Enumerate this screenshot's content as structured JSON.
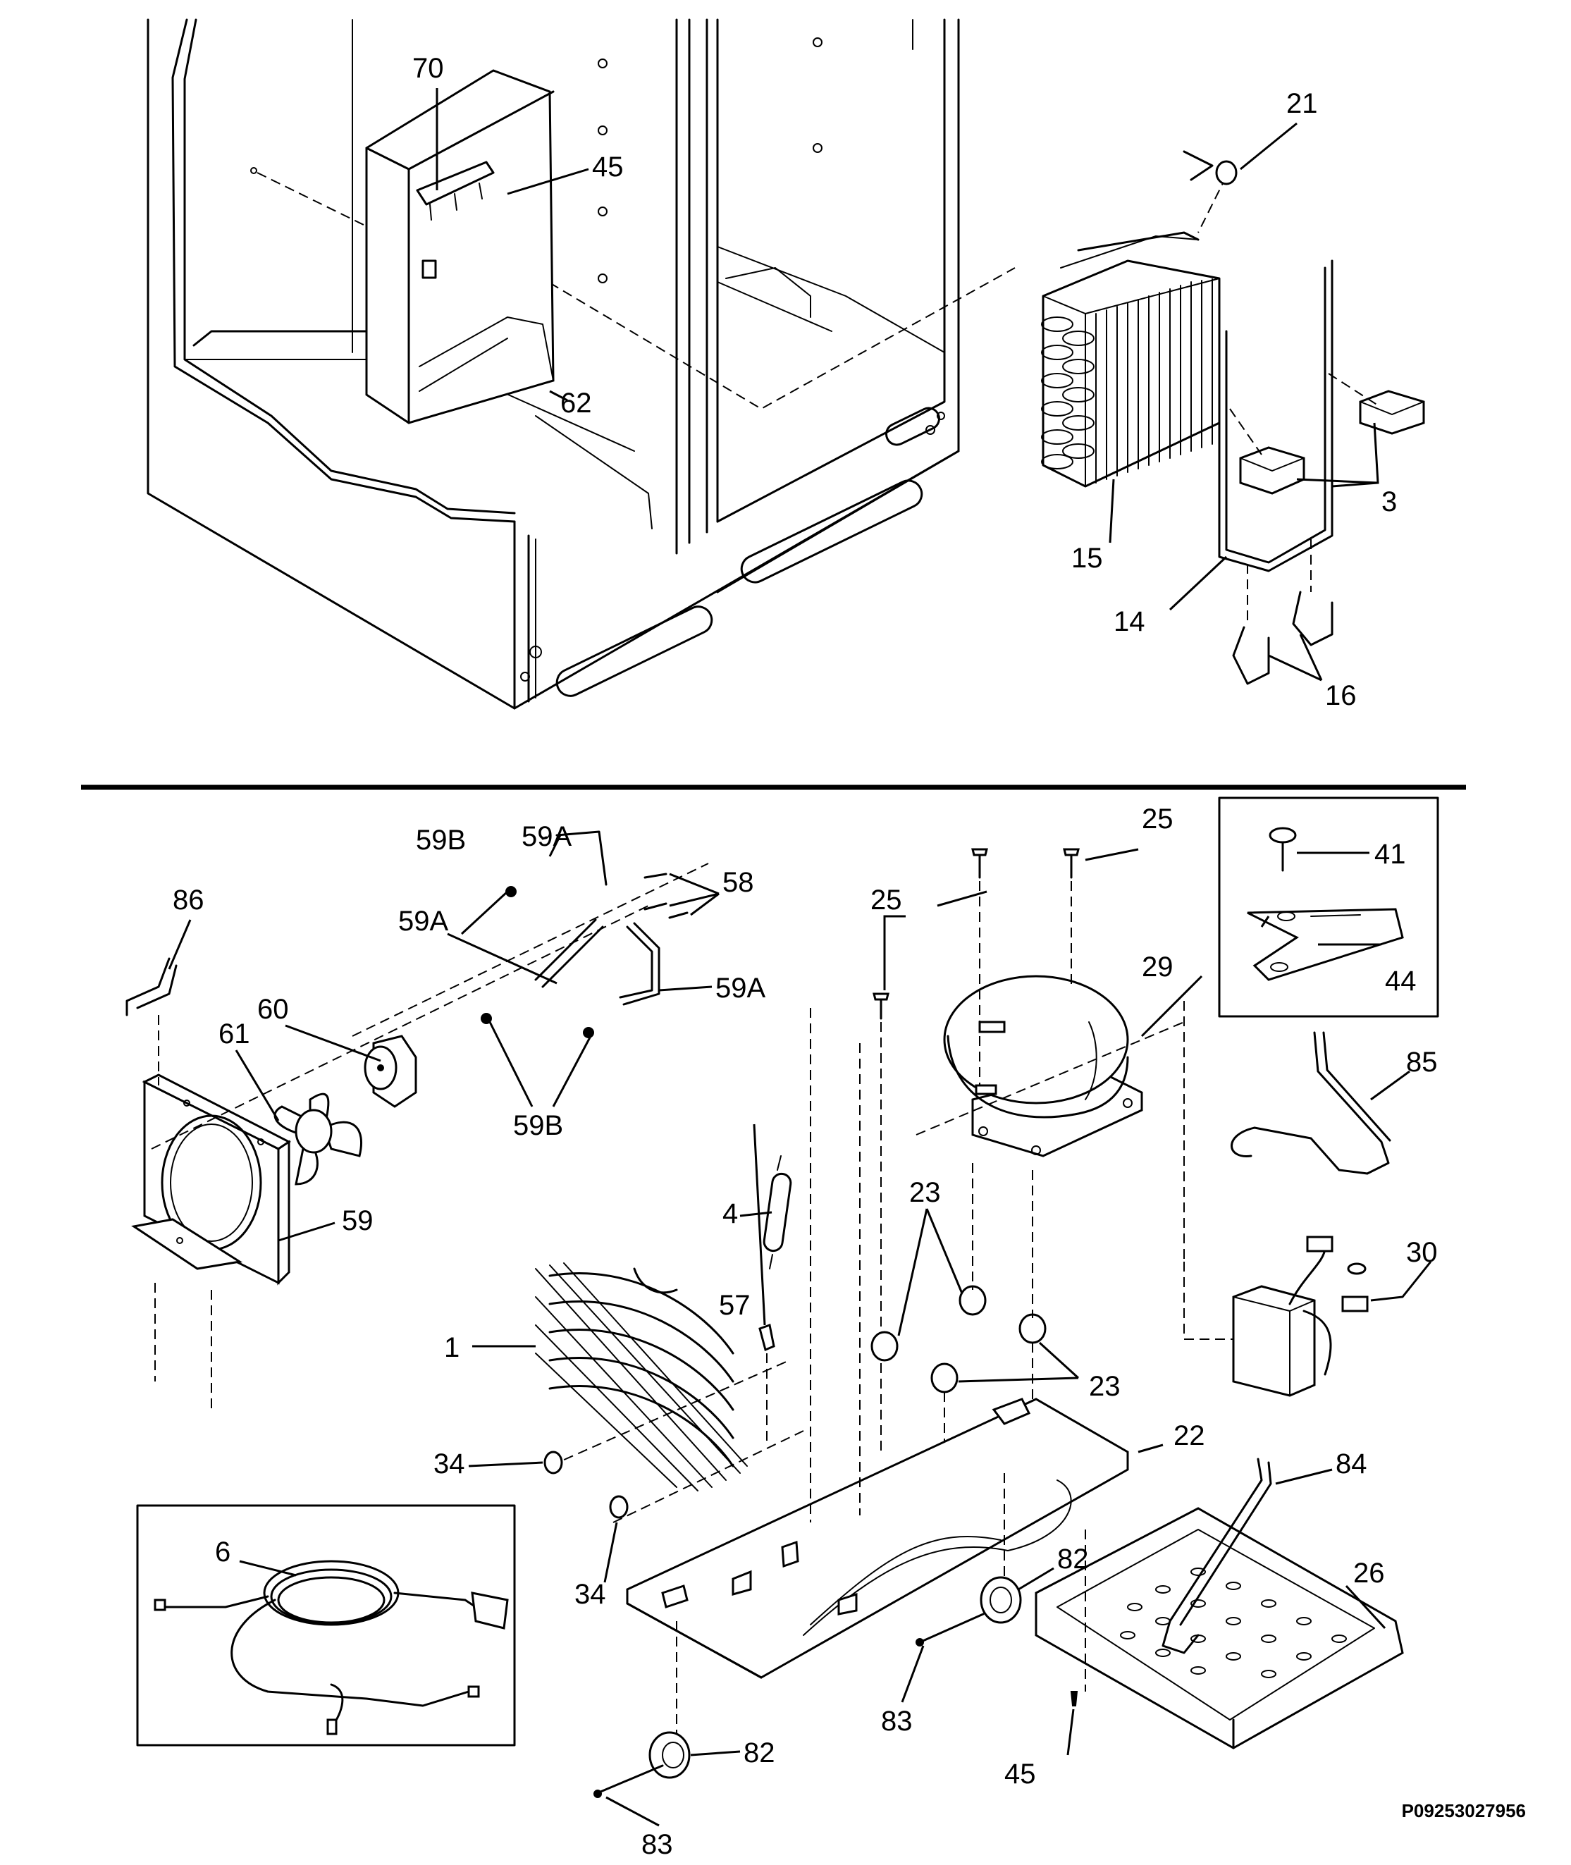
{
  "callouts": {
    "top": {
      "c70": "70",
      "c45": "45",
      "c62": "62",
      "c21": "21",
      "c15": "15",
      "c3": "3",
      "c14": "14",
      "c16": "16"
    },
    "bottom": {
      "c86": "86",
      "c59B_top": "59B",
      "c59A_top": "59A",
      "c58": "58",
      "c59A_mid": "59A",
      "c59A_right": "59A",
      "c60": "60",
      "c61": "61",
      "c59B_bottom": "59B",
      "c59": "59",
      "c25_top": "25",
      "c25_mid": "25",
      "c29": "29",
      "c41": "41",
      "c44": "44",
      "c85": "85",
      "c30": "30",
      "c4": "4",
      "c57": "57",
      "c23_top": "23",
      "c23_bottom": "23",
      "c1": "1",
      "c34_left": "34",
      "c34_bottom": "34",
      "c22": "22",
      "c84": "84",
      "c26": "26",
      "c6": "6",
      "c82_right": "82",
      "c82_bottom": "82",
      "c83_right": "83",
      "c83_bottom": "83",
      "c45": "45"
    }
  },
  "part_code": "P09253027956"
}
